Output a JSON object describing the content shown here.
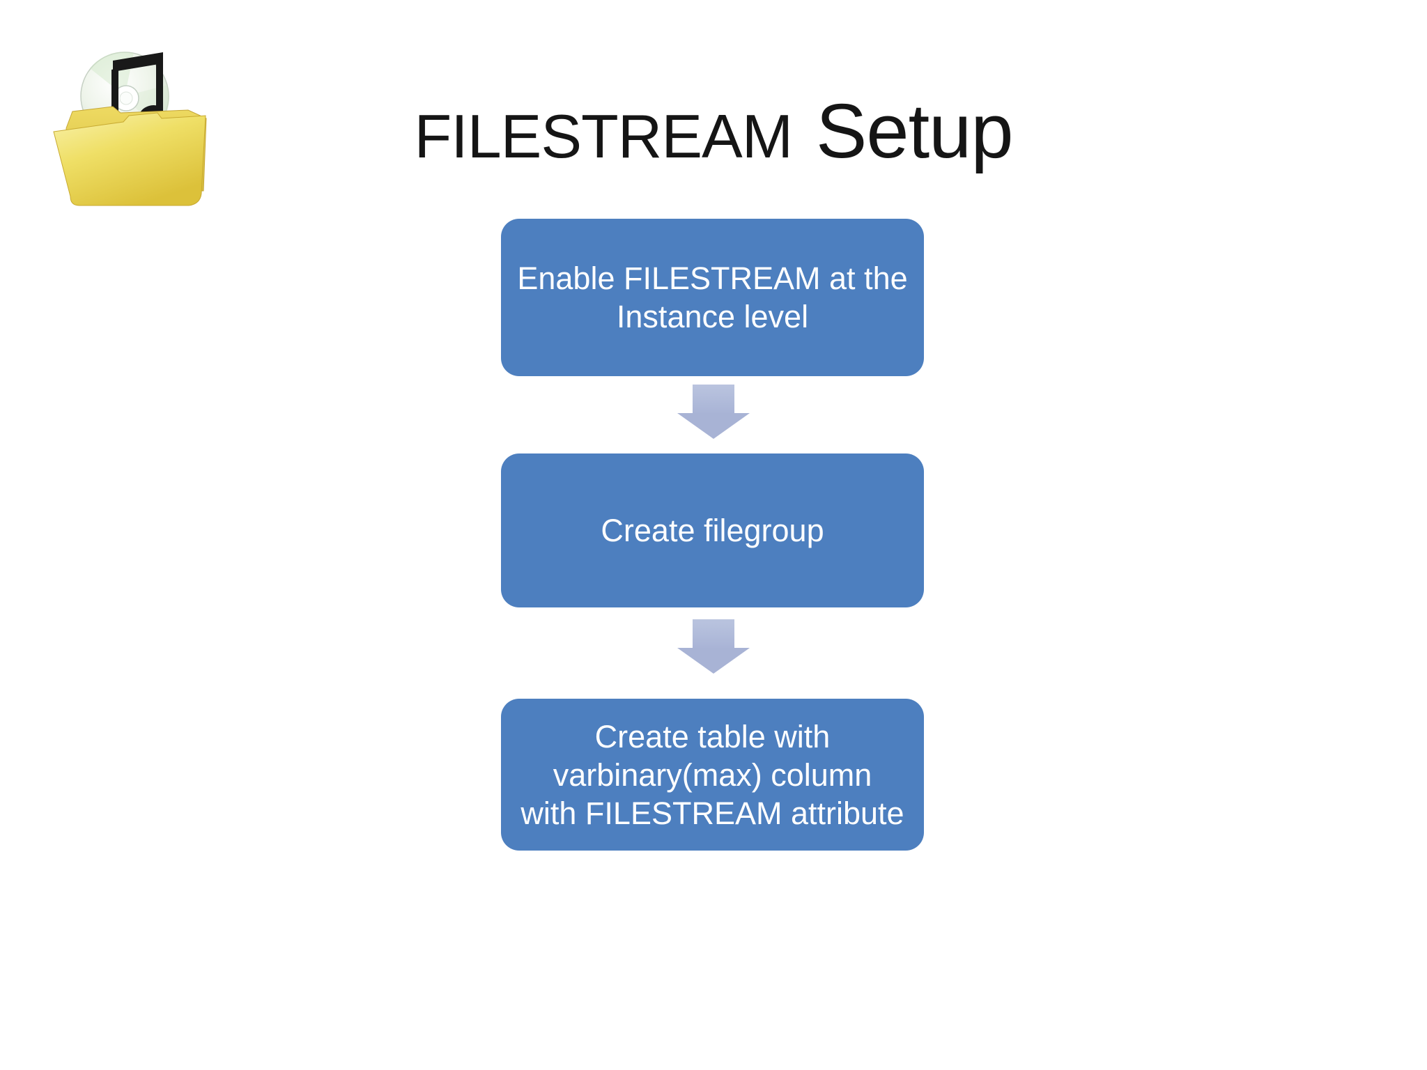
{
  "slide": {
    "title": {
      "part1": "FILESTREAM",
      "part2": "Setup"
    },
    "steps": [
      {
        "lines": [
          "Enable FILESTREAM at the",
          "Instance level"
        ]
      },
      {
        "lines": [
          "Create filegroup"
        ]
      },
      {
        "lines": [
          "Create table with",
          "varbinary(max) column",
          "with FILESTREAM attribute"
        ]
      }
    ],
    "colors": {
      "background": "#ffffff",
      "step_box_fill": "#4d7fbf",
      "step_text": "#ffffff",
      "arrow_fill": "#a8b3d5",
      "title_text": "#151515",
      "folder_yellow": "#ecd952",
      "cd_silver": "#e9f1e7",
      "note_black": "#191919"
    },
    "icon": {
      "label": "folder-with-cd-and-music-note"
    }
  }
}
